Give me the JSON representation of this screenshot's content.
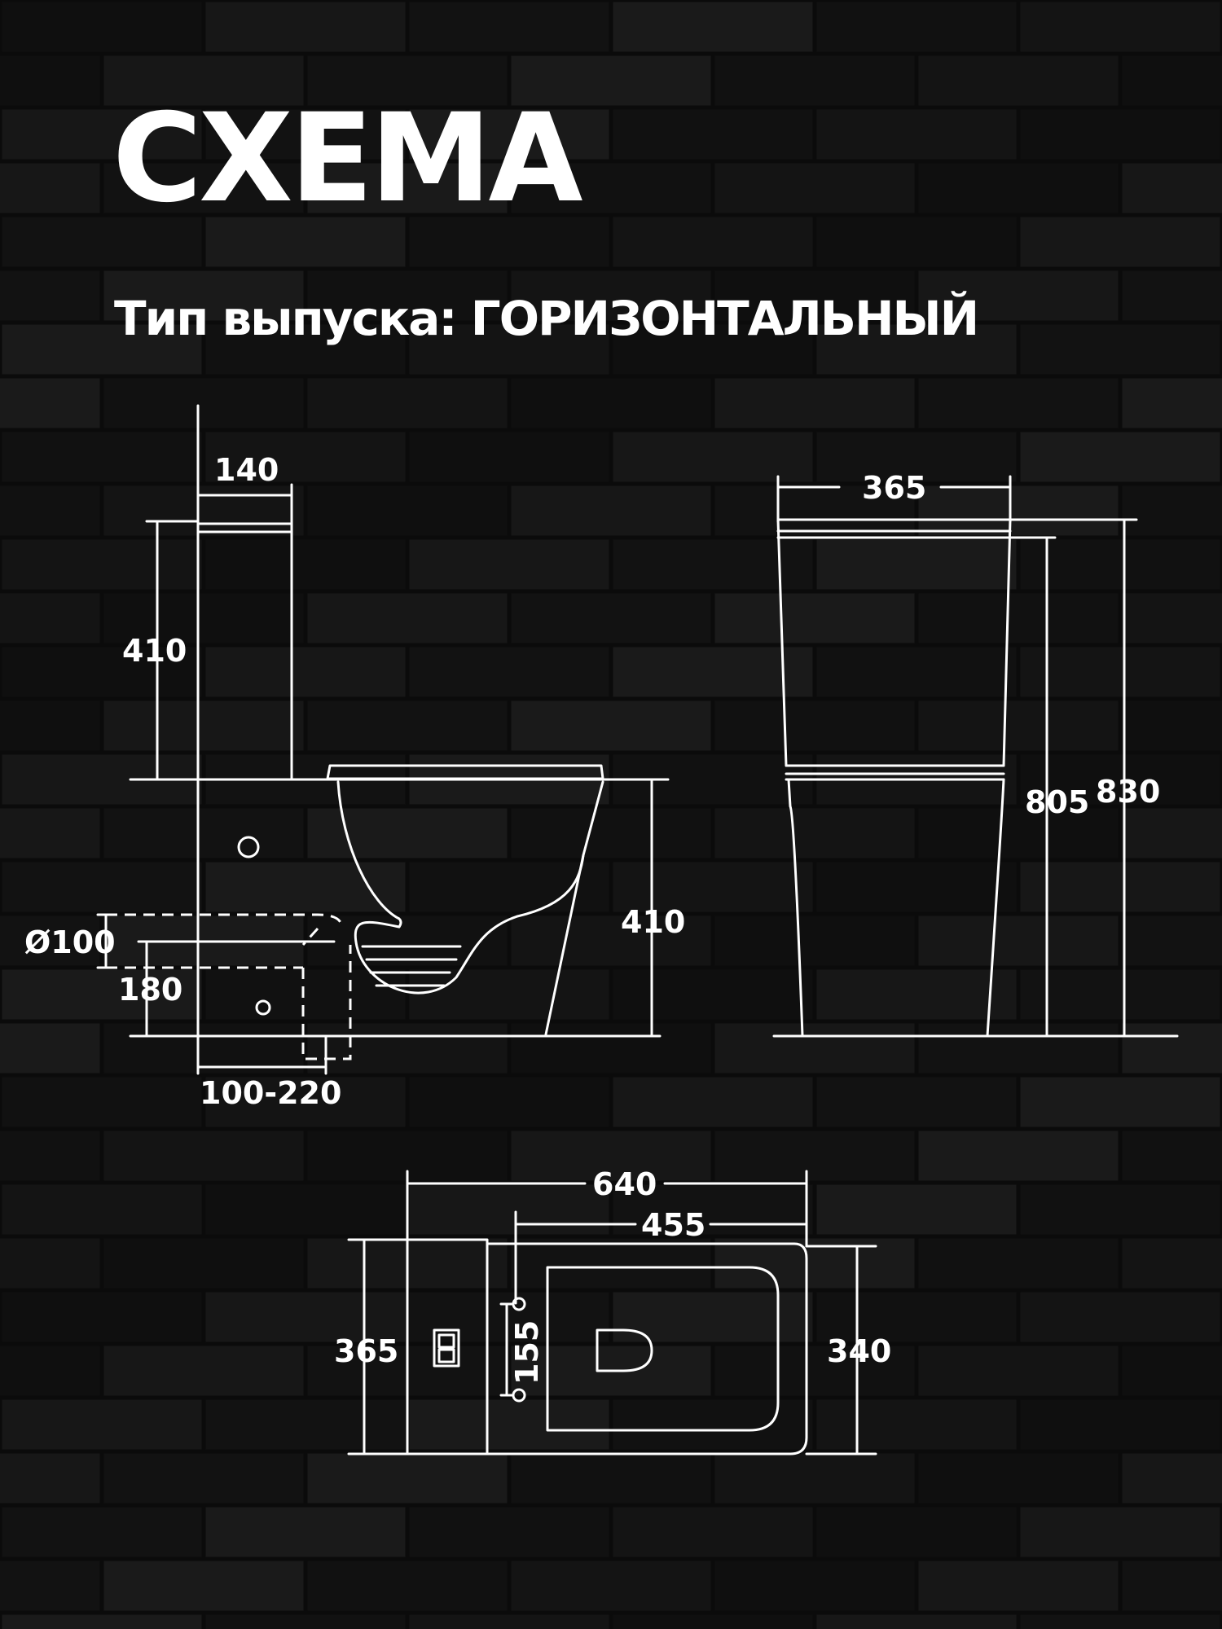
{
  "title": "СХЕМА",
  "subtitle": "Тип выпуска: ГОРИЗОНТАЛЬНЫЙ",
  "colors": {
    "background": "#0b0b0b",
    "brick": "#141414",
    "line": "#ffffff",
    "text": "#ffffff"
  },
  "side_view": {
    "tank_depth": "140",
    "tank_height": "410",
    "bowl_height": "410",
    "pipe_diameter": "Ø100",
    "outlet_height": "180",
    "outlet_distance": "100-220"
  },
  "front_view": {
    "width": "365",
    "height_805": "805",
    "height_830": "830"
  },
  "top_view": {
    "length": "640",
    "bowl_length": "455",
    "tank_width": "365",
    "fixing_holes": "155",
    "bowl_width": "340"
  }
}
